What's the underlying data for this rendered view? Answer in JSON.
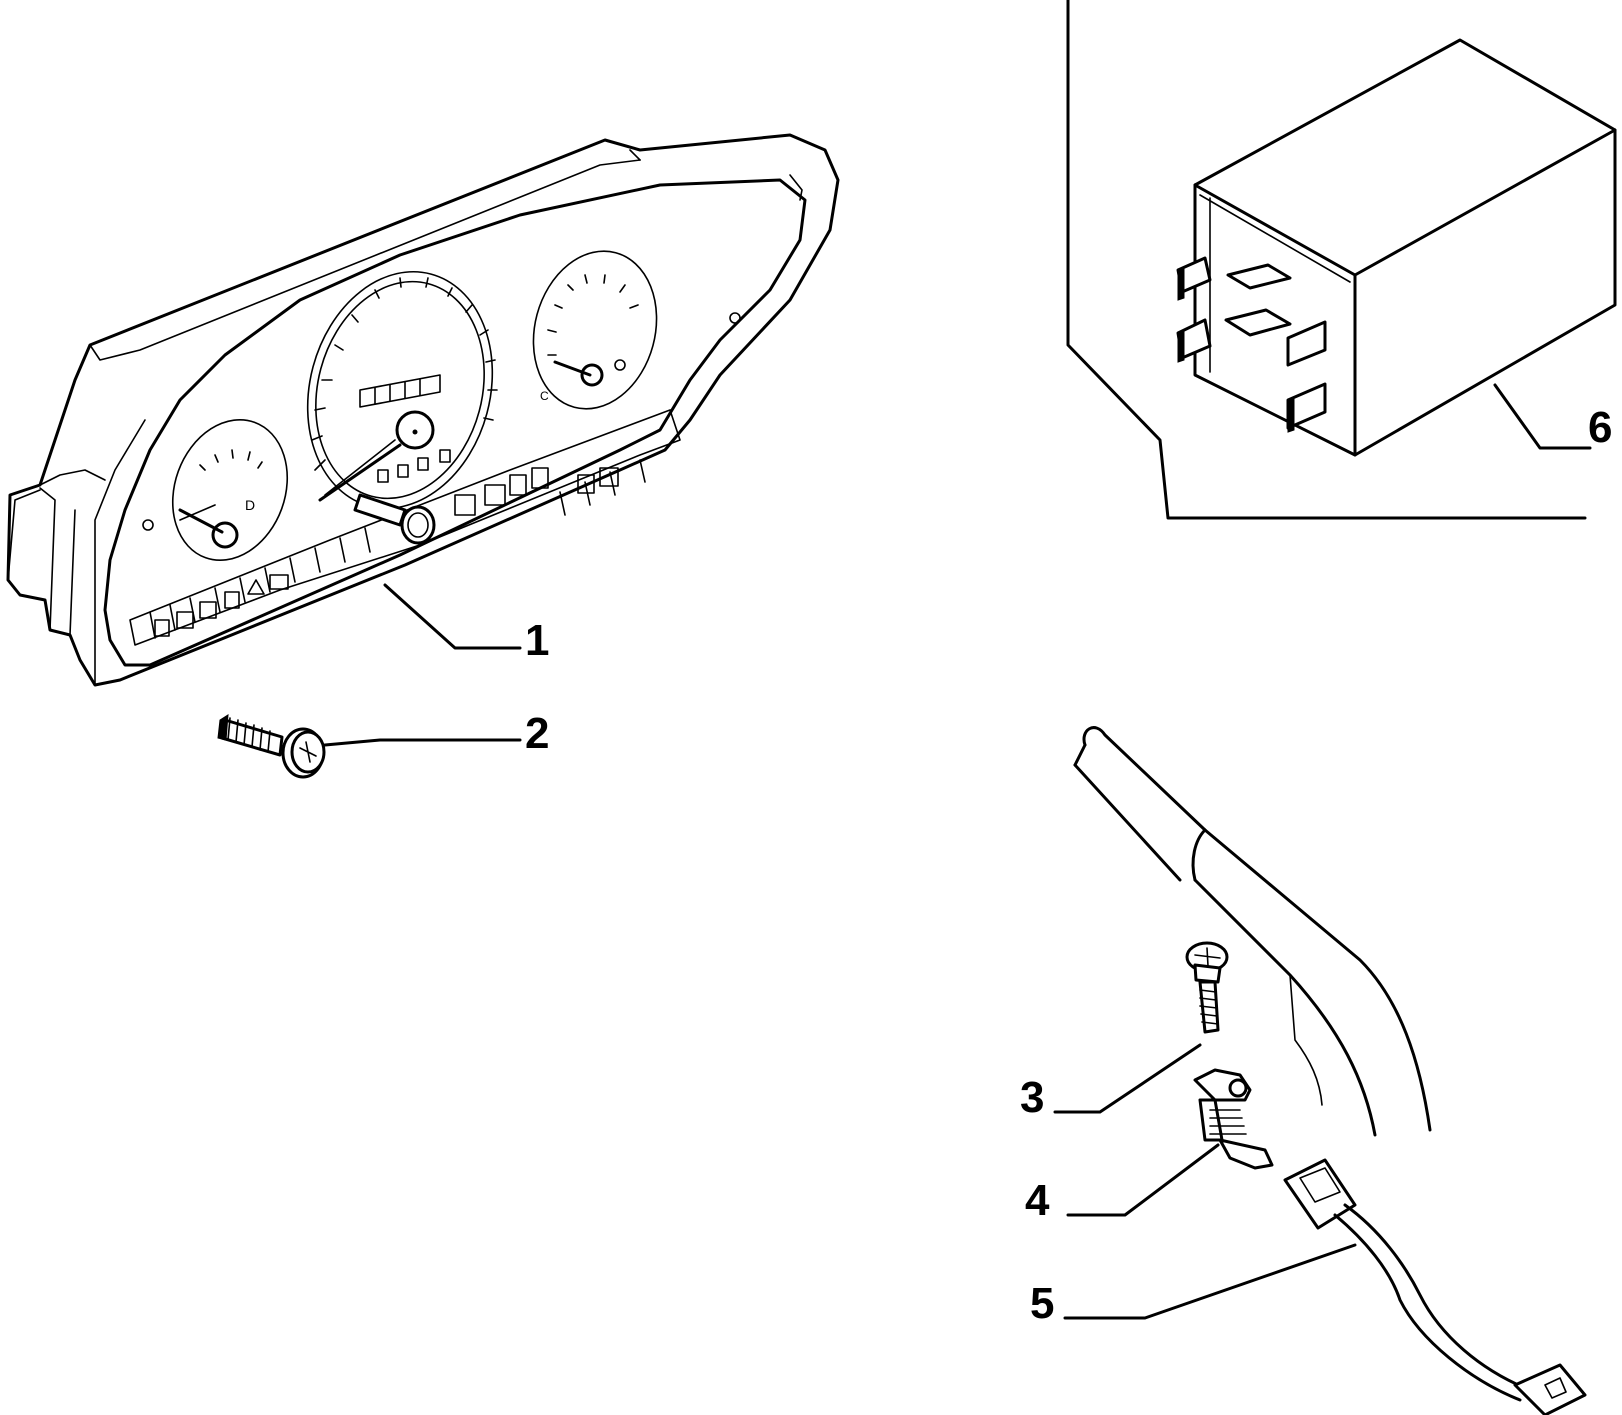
{
  "callouts": [
    {
      "id": "1",
      "label": "1",
      "part": "instrument-cluster"
    },
    {
      "id": "2",
      "label": "2",
      "part": "fixing-screw"
    },
    {
      "id": "3",
      "label": "3",
      "part": "screw"
    },
    {
      "id": "4",
      "label": "4",
      "part": "handbrake-switch"
    },
    {
      "id": "5",
      "label": "5",
      "part": "wiring-connector"
    },
    {
      "id": "6",
      "label": "6",
      "part": "relay"
    }
  ]
}
